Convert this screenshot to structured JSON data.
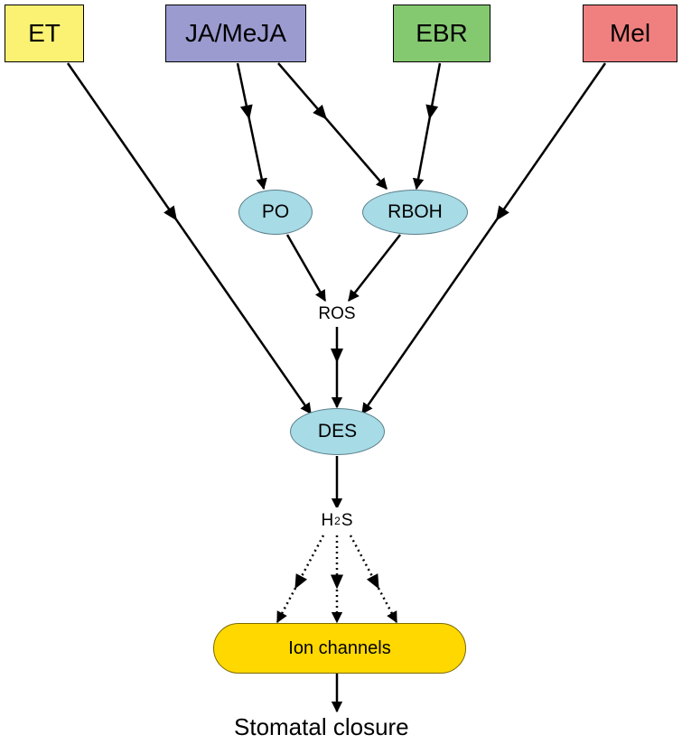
{
  "colors": {
    "et": "#fbf173",
    "ja_meja": "#9b9bd0",
    "ebr": "#84c870",
    "mel": "#f07f7f",
    "enzyme": "#a7dbe6",
    "ion_channels": "#ffd800",
    "arrow": "#000000"
  },
  "nodes": {
    "et": "ET",
    "ja_meja": "JA/MeJA",
    "ebr": "EBR",
    "mel": "Mel",
    "po": "PO",
    "rboh": "RBOH",
    "ros": "ROS",
    "des": "DES",
    "h2s": {
      "base": "H",
      "subscript": "2",
      "rest": "S"
    },
    "ion_channels": "Ion channels",
    "stomatal_closure": "Stomatal closure"
  },
  "edges": [
    {
      "from": "ET",
      "to": "DES",
      "style": "solid"
    },
    {
      "from": "JA/MeJA",
      "to": "PO",
      "style": "solid"
    },
    {
      "from": "JA/MeJA",
      "to": "RBOH",
      "style": "solid"
    },
    {
      "from": "EBR",
      "to": "RBOH",
      "style": "solid"
    },
    {
      "from": "Mel",
      "to": "DES",
      "style": "solid"
    },
    {
      "from": "PO",
      "to": "ROS",
      "style": "solid"
    },
    {
      "from": "RBOH",
      "to": "ROS",
      "style": "solid"
    },
    {
      "from": "ROS",
      "to": "DES",
      "style": "solid"
    },
    {
      "from": "DES",
      "to": "H2S",
      "style": "solid"
    },
    {
      "from": "H2S",
      "to": "Ion channels",
      "style": "dotted"
    },
    {
      "from": "H2S",
      "to": "Ion channels",
      "style": "dotted"
    },
    {
      "from": "H2S",
      "to": "Ion channels",
      "style": "dotted"
    },
    {
      "from": "Ion channels",
      "to": "Stomatal closure",
      "style": "solid"
    }
  ]
}
